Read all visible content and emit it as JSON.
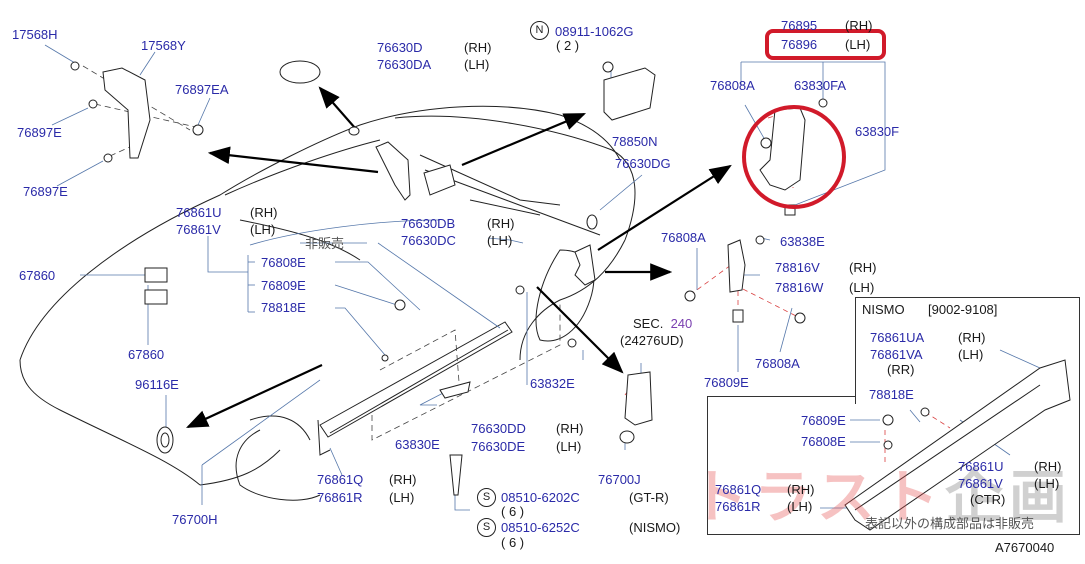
{
  "diagram": {
    "code": "A7670040",
    "not_sold_note": "表記以外の構成部品は非販売",
    "not_sold_short": "非販売",
    "highlight_color": "#d11a2a",
    "label_color": "#2a2aa8",
    "watermark": {
      "red_part": "トラスト",
      "grey_part": "企画"
    }
  },
  "labels": {
    "p17568H": "17568H",
    "p17568Y": "17568Y",
    "p76897EA": "76897EA",
    "p76897E_1": "76897E",
    "p76897E_2": "76897E",
    "p76630D": "76630D",
    "p76630DA": "76630DA",
    "p08911": "08911-1062G",
    "p08911_qty": "( 2 )",
    "p08911_badge": "N",
    "p78850N": "78850N",
    "p76630DG": "76630DG",
    "p76895": "76895",
    "p76896": "76896",
    "p76808A_top": "76808A",
    "p63830FA": "63830FA",
    "p63830F": "63830F",
    "p76861U": "76861U",
    "p76861V": "76861V",
    "p67860_1": "67860",
    "p67860_2": "67860",
    "p76808E": "76808E",
    "p76809E": "76809E",
    "p78818E": "78818E",
    "p96116E": "96116E",
    "p76630DB": "76630DB",
    "p76630DC": "76630DC",
    "p76808A_mid": "76808A",
    "p63838E": "63838E",
    "p78816V": "78816V",
    "p78816W": "78816W",
    "sec_prefix": "SEC.",
    "sec_num": "240",
    "sec_part": "(24276UD)",
    "p76808A_low": "76808A",
    "p76809E_low": "76809E",
    "p63832E": "63832E",
    "p76630DD": "76630DD",
    "p76630DE": "76630DE",
    "p63830E": "63830E",
    "p76700J": "76700J",
    "p76861Q": "76861Q",
    "p76861R": "76861R",
    "p76700H": "76700H",
    "p08510_6202C": "08510-6202C",
    "p08510_6202C_qty": "( 6 )",
    "p08510_6252C": "08510-6252C",
    "p08510_6252C_qty": "( 6 )",
    "s_badge": "S"
  },
  "sides": {
    "rh": "(RH)",
    "lh": "(LH)",
    "gtr": "(GT-R)",
    "nismo": "(NISMO)",
    "rr": "(RR)",
    "ctr": "(CTR)"
  },
  "nismo_box": {
    "title": "NISMO",
    "range": "[9002-9108]",
    "p76861UA": "76861UA",
    "p76861VA": "76861VA",
    "p78818E": "78818E",
    "p76809E": "76809E",
    "p76808E": "76808E",
    "p76861Q": "76861Q",
    "p76861R": "76861R",
    "p76861U": "76861U",
    "p76861V": "76861V"
  }
}
